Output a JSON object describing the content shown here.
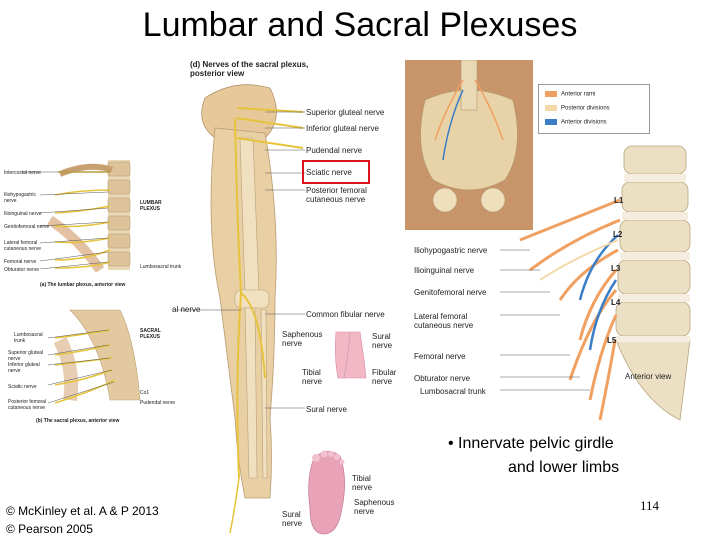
{
  "title": "Lumbar and Sacral Plexuses",
  "panel_d": {
    "heading": "(d) Nerves of the sacral plexus, posterior view"
  },
  "leg_labels": {
    "superior_gluteal": "Superior gluteal nerve",
    "inferior_gluteal": "Inferior gluteal nerve",
    "pudendal": "Pudendal nerve",
    "sciatic": "Sciatic nerve",
    "posterior_femoral": "Posterior femoral cutaneous nerve",
    "tibial_cut": "al nerve",
    "common_fibular": "Common fibular nerve",
    "saphenous": "Saphenous nerve",
    "sural_top": "Sural nerve",
    "tibial": "Tibial nerve",
    "fibular": "Fibular nerve",
    "sural": "Sural nerve"
  },
  "lumbar_panel": {
    "caption": "(a) The lumbar plexus, anterior view",
    "plexus_label": "LUMBAR PLEXUS",
    "labels": [
      "Intercostal nerve",
      "Iliohypogastric nerve",
      "Ilioinguinal nerve",
      "Genitofemoral nerve",
      "Lateral femoral cutaneous nerve",
      "Femoral nerve",
      "Obturator nerve"
    ],
    "trunk": "Lumbosacral trunk"
  },
  "sacral_panel": {
    "caption": "(b) The sacral plexus, anterior view",
    "plexus_label": "SACRAL PLEXUS",
    "labels": [
      "Lumbosacral trunk",
      "Superior gluteal nerve",
      "Inferior gluteal nerve",
      "Sciatic nerve",
      "Posterior femoral cutaneous nerve"
    ],
    "right": [
      "Co1",
      "Pudendal nerve"
    ]
  },
  "legend": [
    {
      "label": "Anterior rami",
      "color": "#f0a060"
    },
    {
      "label": "Posterior divisions",
      "color": "#f5d8a8"
    },
    {
      "label": "Anterior divisions",
      "color": "#3a7ec8"
    }
  ],
  "spine": {
    "levels": [
      "L1",
      "L2",
      "L3",
      "L4",
      "L5"
    ],
    "labels": [
      "Iliohypogastric nerve",
      "Ilioinguinal nerve",
      "Genitofemoral nerve",
      "Lateral femoral cutaneous nerve",
      "Femoral nerve",
      "Obturator nerve",
      "Lumbosacral trunk"
    ],
    "view": "Anterior view"
  },
  "foot": {
    "tibial": "Tibial nerve",
    "saphenous": "Saphenous nerve",
    "sural": "Sural nerve"
  },
  "bullet": {
    "line1": "• Innervate pelvic girdle",
    "line2": "and lower limbs"
  },
  "credits": {
    "line1": "© McKinley et al. A & P 2013",
    "line2": "© Pearson 2005"
  },
  "page_number": "114"
}
